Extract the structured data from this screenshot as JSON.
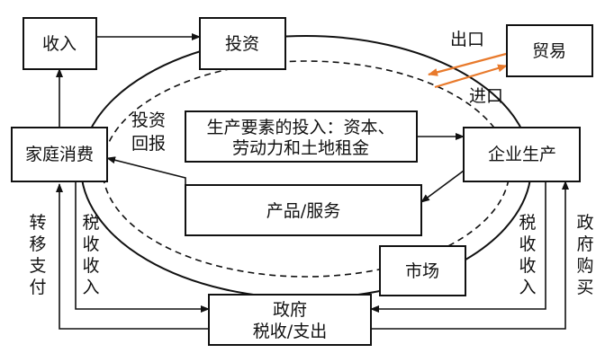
{
  "nodes": {
    "income": "收入",
    "investment": "投资",
    "trade": "贸易",
    "household": "家庭消费",
    "enterprise": "企业生产",
    "factors_line1": "生产要素的投入：资本、",
    "factors_line2": "劳动力和土地租金",
    "products": "产品/服务",
    "market": "市场",
    "gov_line1": "政府",
    "gov_line2": "税收/支出"
  },
  "labels": {
    "export": "出口",
    "import": "进口",
    "invest_return_1": "投资",
    "invest_return_2": "回报",
    "transfer": [
      "转",
      "移",
      "支",
      "付"
    ],
    "tax_left": [
      "税",
      "收",
      "收",
      "入"
    ],
    "tax_right": [
      "税",
      "收",
      "收",
      "入"
    ],
    "gov_purchase": [
      "政",
      "府",
      "购",
      "买"
    ]
  },
  "colors": {
    "line": "#111111",
    "trade_arrow": "#e87a2c",
    "background": "#ffffff"
  }
}
